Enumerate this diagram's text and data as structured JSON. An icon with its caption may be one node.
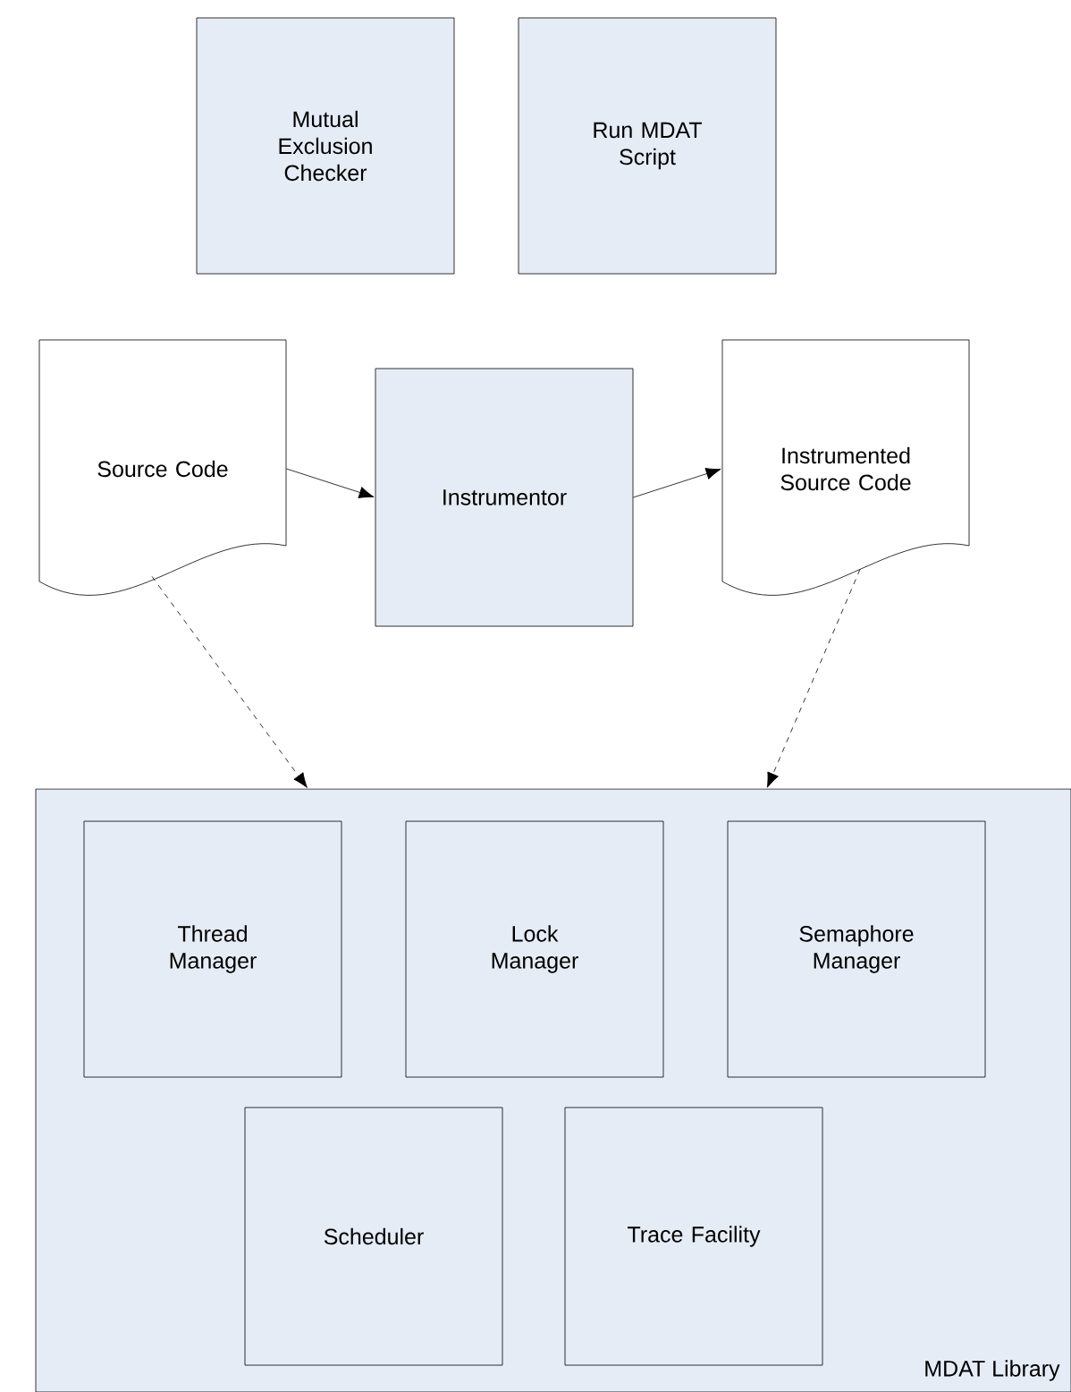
{
  "diagram": {
    "nodes": [
      {
        "text": [
          "Mutual Exclusion Checker"
        ]
      },
      {
        "text": [
          "Run MDAT Script"
        ]
      },
      {
        "text": [
          "Source Code"
        ]
      },
      {
        "text": [
          "Instrumentor"
        ]
      },
      {
        "text": [
          "Instrumented Source Code"
        ]
      },
      {
        "text": [
          "MDAT Library"
        ]
      },
      {
        "text": [
          "Thread Manager"
        ],
        "in": 5
      },
      {
        "text": [
          "Lock Manager"
        ],
        "in": 5
      },
      {
        "text": [
          "Semaphore Manager"
        ],
        "in": 5
      },
      {
        "text": [
          "Scheduler"
        ],
        "in": 5
      },
      {
        "text": [
          "Trace Facility"
        ],
        "in": 5
      }
    ],
    "edges": [
      {
        "from": 2,
        "to": 3,
        "arrow": "to"
      },
      {
        "from": 3,
        "to": 4,
        "arrow": "to"
      },
      {
        "from": 2,
        "to": 5,
        "arrow": "to",
        "style": "dashed"
      },
      {
        "from": 4,
        "to": 5,
        "arrow": "to",
        "style": "dashed"
      }
    ]
  }
}
